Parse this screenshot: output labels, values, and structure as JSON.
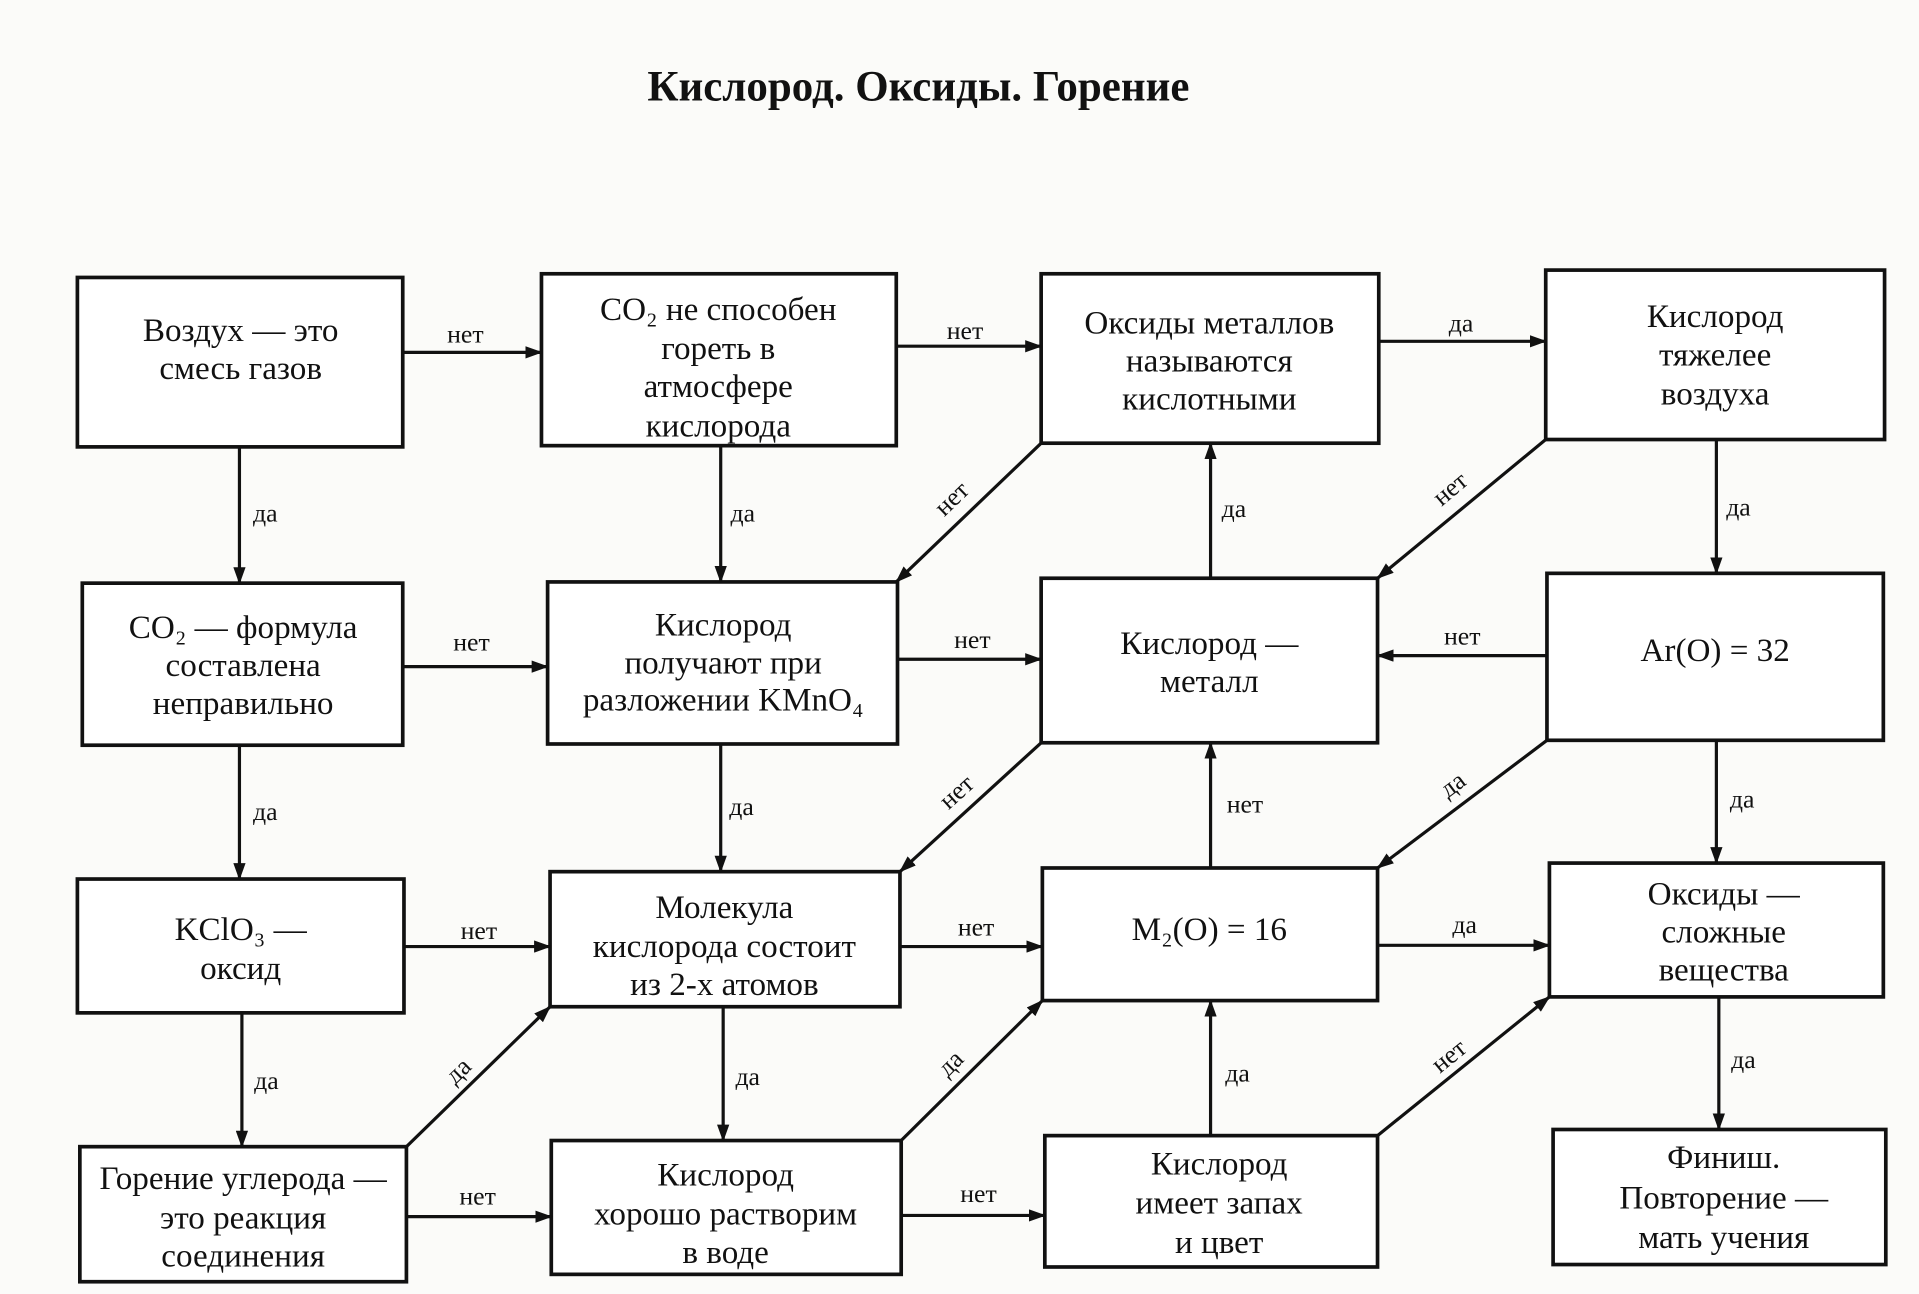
{
  "title": "Кислород. Оксиды. Горение",
  "boxes": [
    {
      "lines": [
        "Воздух — это",
        "смесь газов"
      ]
    },
    {
      "lines": [
        "CO₂ не способен",
        "гореть в",
        "атмосфере",
        "кислорода"
      ]
    },
    {
      "lines": [
        "Оксиды металлов",
        "называются",
        "кислотными"
      ]
    },
    {
      "lines": [
        "Кислород",
        "тяжелее",
        "воздуха"
      ]
    },
    {
      "lines": [
        "CO₂ — формула",
        "составлена",
        "неправильно"
      ]
    },
    {
      "lines": [
        "Кислород",
        "получают при",
        "разложении KMnO₄"
      ]
    },
    {
      "lines": [
        "Кислород —",
        "металл"
      ]
    },
    {
      "lines": [
        "Ar(O) = 32"
      ]
    },
    {
      "lines": [
        "KClO₃ —",
        "оксид"
      ]
    },
    {
      "lines": [
        "Молекула",
        "кислорода состоит",
        "из 2-х атомов"
      ]
    },
    {
      "lines": [
        "M₂(O) = 16"
      ]
    },
    {
      "lines": [
        "Оксиды —",
        "сложные",
        "вещества"
      ]
    },
    {
      "lines": [
        "Горение углерода —",
        "это реакция",
        "соединения"
      ]
    },
    {
      "lines": [
        "Кислород",
        "хорошо растворим",
        "в воде"
      ]
    },
    {
      "lines": [
        "Кислород",
        "имеет запах",
        "и цвет"
      ]
    },
    {
      "lines": [
        "Финиш.",
        "Повторение —",
        "мать учения"
      ]
    }
  ],
  "edges": [
    {
      "from": 0,
      "to": 1,
      "label": "нет"
    },
    {
      "from": 1,
      "to": 2,
      "label": "нет"
    },
    {
      "from": 2,
      "to": 3,
      "label": "да"
    },
    {
      "from": 0,
      "to": 4,
      "label": "да"
    },
    {
      "from": 1,
      "to": 5,
      "label": "да"
    },
    {
      "from": 6,
      "to": 2,
      "label": "да"
    },
    {
      "from": 3,
      "to": 7,
      "label": "да"
    },
    {
      "from": 2,
      "to": 5,
      "label": "нет"
    },
    {
      "from": 3,
      "to": 6,
      "label": "нет"
    },
    {
      "from": 4,
      "to": 5,
      "label": "нет"
    },
    {
      "from": 5,
      "to": 6,
      "label": "нет"
    },
    {
      "from": 7,
      "to": 6,
      "label": "нет"
    },
    {
      "from": 4,
      "to": 8,
      "label": "да"
    },
    {
      "from": 5,
      "to": 9,
      "label": "да"
    },
    {
      "from": 10,
      "to": 6,
      "label": "нет"
    },
    {
      "from": 7,
      "to": 11,
      "label": "да"
    },
    {
      "from": 6,
      "to": 9,
      "label": "нет"
    },
    {
      "from": 7,
      "to": 10,
      "label": "да"
    },
    {
      "from": 8,
      "to": 9,
      "label": "нет"
    },
    {
      "from": 9,
      "to": 10,
      "label": "нет"
    },
    {
      "from": 10,
      "to": 11,
      "label": "да"
    },
    {
      "from": 8,
      "to": 12,
      "label": "да"
    },
    {
      "from": 9,
      "to": 13,
      "label": "да"
    },
    {
      "from": 14,
      "to": 10,
      "label": "да"
    },
    {
      "from": 11,
      "to": 15,
      "label": "да"
    },
    {
      "from": 12,
      "to": 9,
      "label": "да"
    },
    {
      "from": 13,
      "to": 10,
      "label": "да"
    },
    {
      "from": 14,
      "to": 11,
      "label": "нет"
    },
    {
      "from": 12,
      "to": 13,
      "label": "нет"
    },
    {
      "from": 13,
      "to": 14,
      "label": "нет"
    }
  ],
  "colors": {
    "ink": "#111111",
    "paper": "#fbfbf9"
  }
}
